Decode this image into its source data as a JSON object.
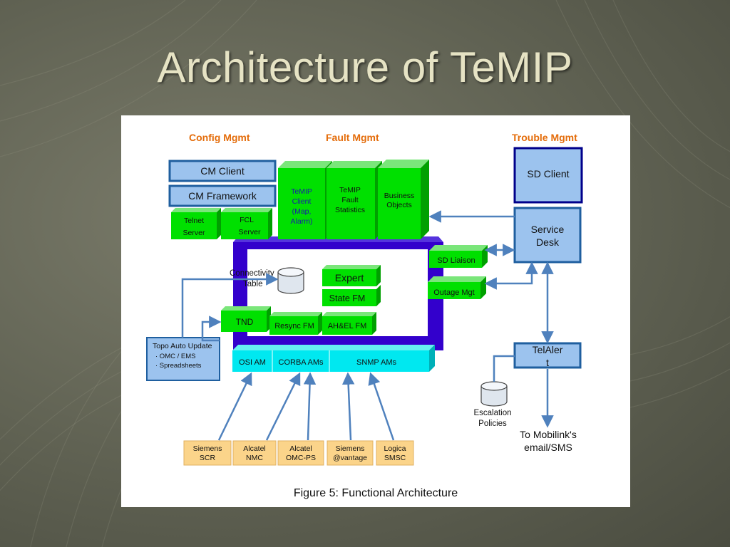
{
  "slide": {
    "title": "Architecture of TeMIP"
  },
  "figure": {
    "caption": "Figure 5: Functional Architecture",
    "sections": {
      "config": "Config Mgmt",
      "fault": "Fault Mgmt",
      "trouble": "Trouble Mgmt"
    },
    "cm": {
      "client": "CM Client",
      "framework": "CM Framework",
      "telnet": [
        "Telnet",
        "Server"
      ],
      "fcl": [
        "FCL",
        "Server"
      ]
    },
    "fault": {
      "temip_client": [
        "TeMIP",
        "Client",
        "(Map,",
        "Alarm)"
      ],
      "temip_fault": [
        "TeMIP",
        "Fault",
        "Statistics"
      ],
      "business": [
        "Business",
        "Objects"
      ]
    },
    "core": {
      "expert": "Expert",
      "state_fm": "State FM",
      "tnd": "TND",
      "resync_fm": "Resync FM",
      "ahel_fm": "AH&EL FM",
      "connectivity": [
        "Connectivity",
        "Table"
      ]
    },
    "ams": {
      "osi": "OSI AM",
      "corba": "CORBA AMs",
      "snmp": "SNMP AMs"
    },
    "topo": {
      "title": "Topo Auto Update",
      "items": [
        "· OMC / EMS",
        "· Spreadsheets"
      ]
    },
    "liaison": {
      "sd": "SD Liaison",
      "outage": "Outage Mgt"
    },
    "trouble": {
      "sd_client": "SD Client",
      "service_desk": [
        "Service",
        "Desk"
      ],
      "telalert": [
        "TelAler",
        "t"
      ],
      "escalation": [
        "Escalation",
        "Policies"
      ],
      "mobilink": [
        "To Mobilink's",
        "email/SMS"
      ]
    },
    "sources": [
      [
        "Siemens",
        "SCR"
      ],
      [
        "Alcatel",
        "NMC"
      ],
      [
        "Alcatel",
        "OMC-PS"
      ],
      [
        "Siemens",
        "@vantage"
      ],
      [
        "Logica",
        "SMSC"
      ]
    ]
  }
}
